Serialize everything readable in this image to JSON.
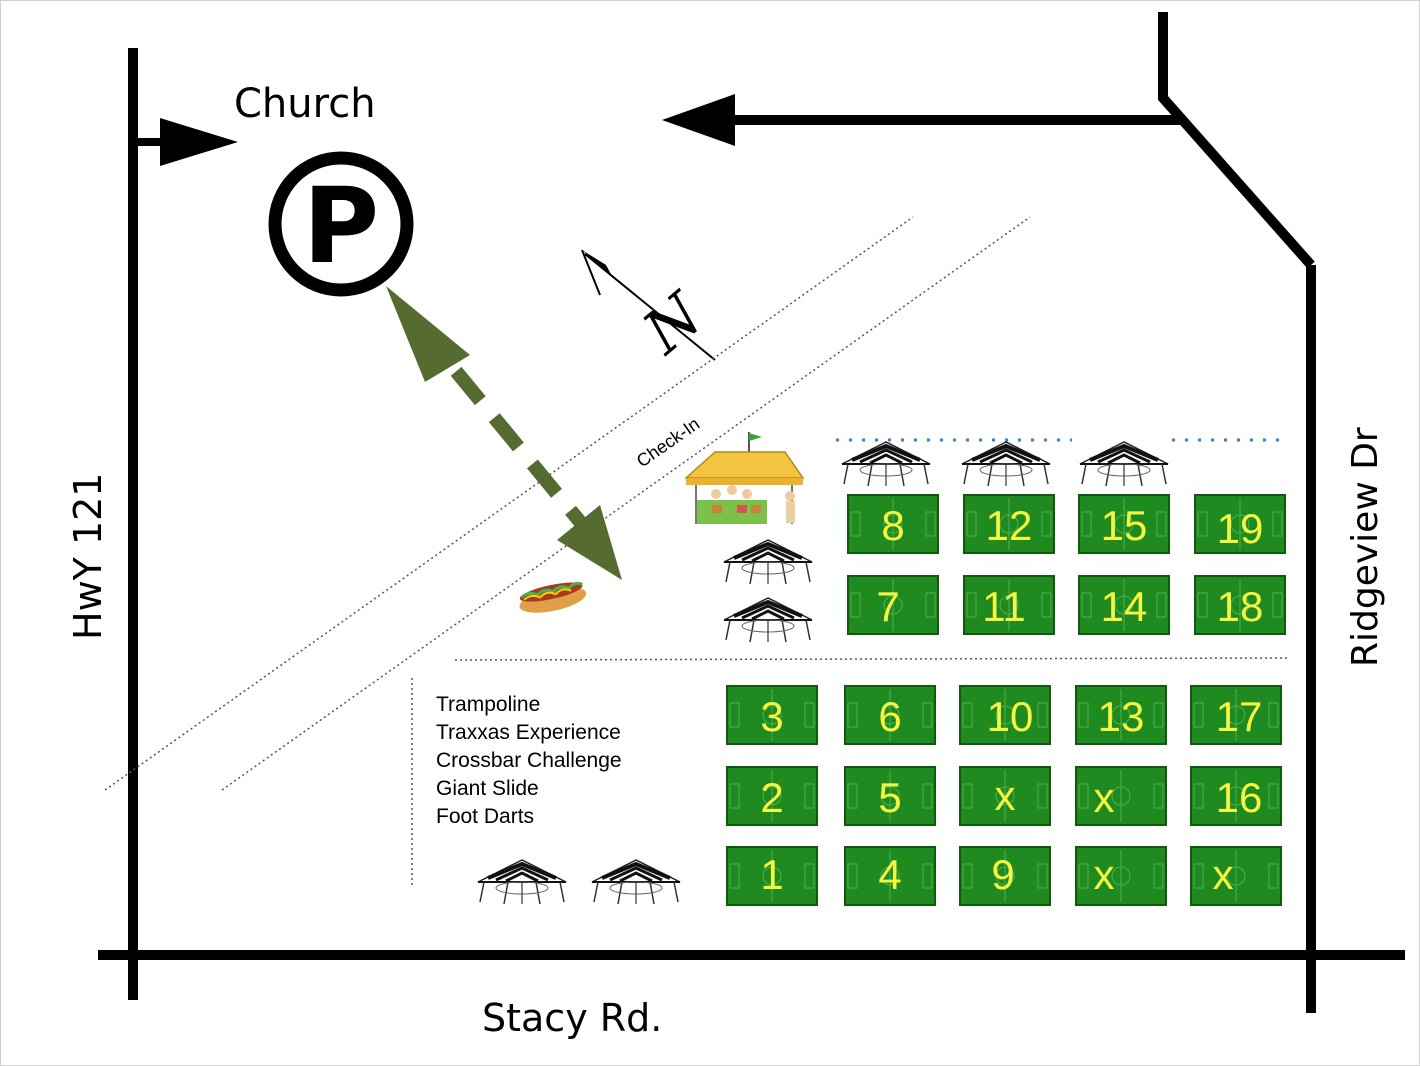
{
  "labels": {
    "church": "Church",
    "hwy": "HwY 121",
    "stacy": "Stacy Rd.",
    "ridgeview": "Ridgeview  Dr",
    "checkin": "Check-In",
    "parking_letter": "P",
    "north": "N"
  },
  "activities": [
    "Trampoline",
    "Traxxas Experience",
    "Crossbar Challenge",
    "Giant Slide",
    "Foot Darts"
  ],
  "fields": [
    "8",
    "12",
    "15",
    "19",
    "7",
    "11",
    "14",
    "18",
    "3",
    "6",
    "10",
    "13",
    "17",
    "2",
    "5",
    "x",
    "x",
    "16",
    "1",
    "4",
    "9",
    "x",
    "x"
  ],
  "colors": {
    "field": "#1f8a1f",
    "field_number": "#f5f542",
    "arrow": "#556b2f",
    "dotted_blue": "#3a7fc4",
    "road": "#000000"
  },
  "icons": [
    "parking-icon",
    "north-arrow-icon",
    "tent-icon",
    "vendor-booth-icon",
    "hotdog-icon"
  ]
}
